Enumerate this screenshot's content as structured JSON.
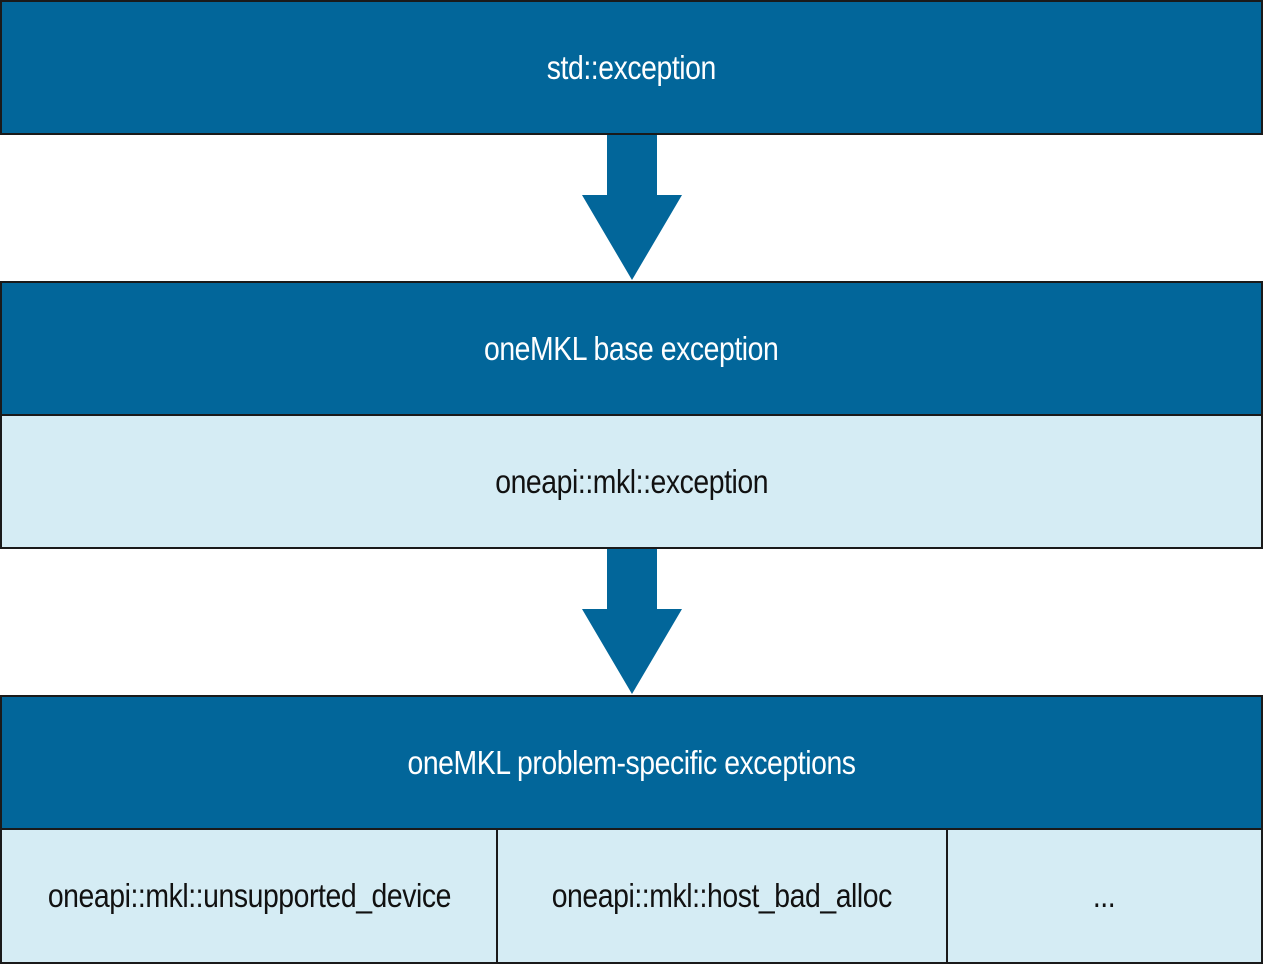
{
  "diagram": {
    "top_box": {
      "label": "std::exception"
    },
    "base_header": {
      "label": "oneMKL base exception"
    },
    "base_class": {
      "label": "oneapi::mkl::exception"
    },
    "specific_header": {
      "label": "oneMKL problem-specific exceptions"
    },
    "specific_classes": [
      {
        "label": "oneapi::mkl::unsupported_device"
      },
      {
        "label": "oneapi::mkl::host_bad_alloc"
      },
      {
        "label": "..."
      }
    ]
  },
  "colors": {
    "dark_box": "#02669a",
    "light_box": "#d5ecf4",
    "arrow": "#02669a"
  }
}
